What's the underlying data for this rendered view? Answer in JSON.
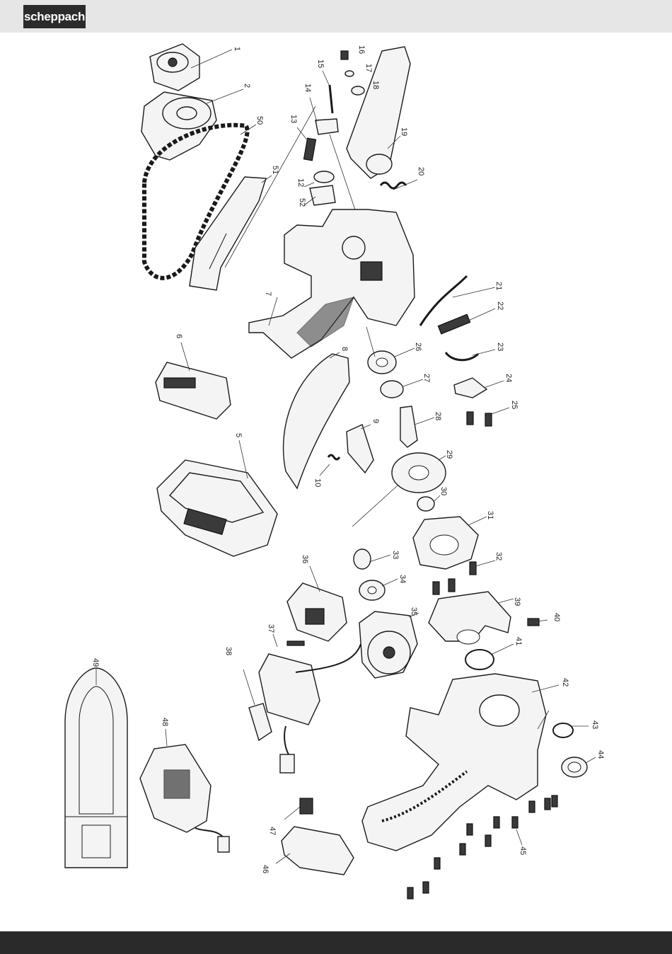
{
  "header": {
    "logo_text": "scheppach"
  },
  "colors": {
    "header_bg": "#e6e6e6",
    "logo_bg": "#2b2b2b",
    "footer_bg": "#2a2a2a",
    "line": "#1a1a1a"
  },
  "parts": {
    "p1": "1",
    "p2": "2",
    "p5": "5",
    "p6": "6",
    "p7": "7",
    "p8": "8",
    "p9": "9",
    "p10": "10",
    "p12": "12",
    "p13": "13",
    "p14": "14",
    "p15": "15",
    "p16": "16",
    "p17": "17",
    "p18": "18",
    "p19": "19",
    "p20": "20",
    "p21": "21",
    "p22": "22",
    "p23": "23",
    "p24": "24",
    "p25": "25",
    "p26": "26",
    "p27": "27",
    "p28": "28",
    "p29": "29",
    "p30": "30",
    "p31": "31",
    "p32": "32",
    "p33": "33",
    "p34": "34",
    "p35": "35",
    "p36": "36",
    "p37": "37",
    "p38": "38",
    "p39": "39",
    "p40": "40",
    "p41": "41",
    "p42": "42",
    "p43": "43",
    "p44": "44",
    "p45": "45",
    "p46": "46",
    "p47": "47",
    "p48": "48",
    "p49": "49",
    "p50": "50",
    "p51": "51",
    "p52": "52"
  }
}
